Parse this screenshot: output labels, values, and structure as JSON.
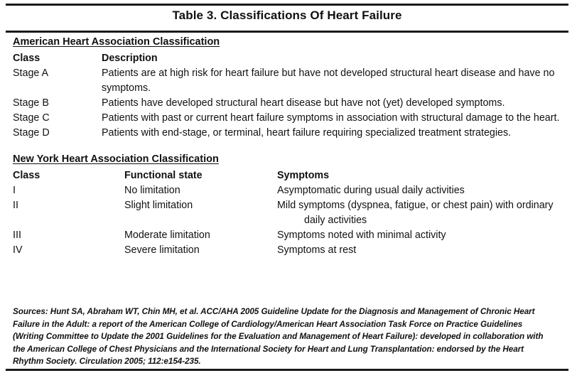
{
  "table": {
    "title": "Table 3. Classifications Of Heart Failure",
    "aha": {
      "header": "American Heart Association Classification",
      "columns": [
        "Class",
        "Description"
      ],
      "rows": [
        {
          "class": "Stage A",
          "description": "Patients are at high risk for heart failure but have not developed structural heart disease and have no symptoms."
        },
        {
          "class": "Stage B",
          "description": "Patients have developed structural heart disease but have not (yet) developed symptoms."
        },
        {
          "class": "Stage C",
          "description": "Patients with past or current heart failure symptoms in association with structural damage to the heart."
        },
        {
          "class": "Stage D",
          "description": "Patients with end-stage, or terminal, heart failure requiring specialized treatment strategies."
        }
      ]
    },
    "nyha": {
      "header": "New York Heart Association Classification",
      "columns": [
        "Class",
        "Functional state",
        "Symptoms"
      ],
      "rows": [
        {
          "class": "I",
          "functional_state": "No limitation",
          "symptoms": "Asymptomatic during usual daily activities"
        },
        {
          "class": "II",
          "functional_state": "Slight limitation",
          "symptoms": "Mild symptoms (dyspnea, fatigue, or chest pain) with ordinary daily activities"
        },
        {
          "class": "III",
          "functional_state": "Moderate limitation",
          "symptoms": "Symptoms noted with minimal activity"
        },
        {
          "class": "IV",
          "functional_state": "Severe limitation",
          "symptoms": "Symptoms at rest"
        }
      ]
    },
    "sources": {
      "full": "Sources: Hunt SA, Abraham WT, Chin MH, et al. ACC/AHA 2005 Guideline Update for the Diagnosis and Management of Chronic Heart Failure in the Adult: a report of the American College of Cardiology/American Heart Association Task Force on Practice Guidelines (Writing Committee to Update the 2001 Guidelines for the Evaluation and Management of Heart Failure): developed in collaboration with the American College of Chest Physicians and the International Society for Heart and Lung Transplantation: endorsed by the Heart Rhythm Society. Circulation 2005; 112:e154-235.",
      "lines": [
        "Sources: Hunt SA, Abraham WT, Chin MH, et al. ACC/AHA 2005 Guideline Update for the Diagnosis and Management of Chronic Heart",
        "Failure in the Adult: a report of the American College of Cardiology/American Heart Association Task Force on Practice Guidelines",
        "(Writing Committee to Update the 2001 Guidelines for the Evaluation and Management of Heart Failure): developed in collaboration with",
        "the American College of Chest Physicians and the International Society for Heart and Lung Transplantation: endorsed by the Heart",
        "Rhythm Society. Circulation 2005; 112:e154-235."
      ]
    }
  }
}
